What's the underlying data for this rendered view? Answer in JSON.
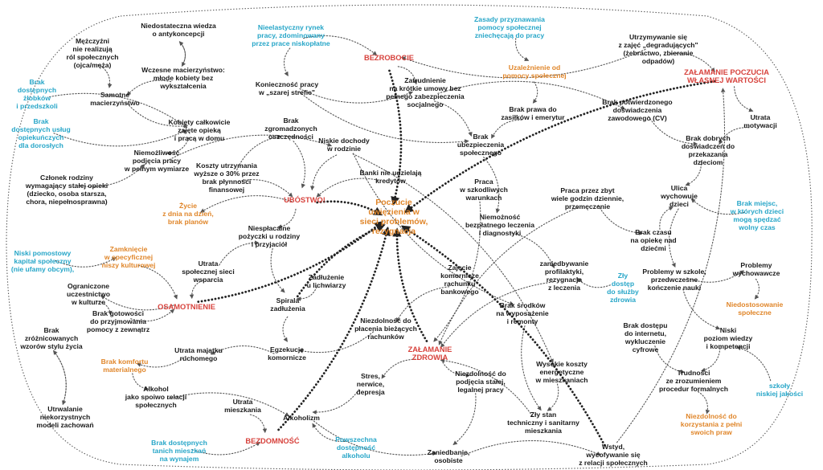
{
  "colors": {
    "black": "#1a1a1a",
    "blue": "#27a6c8",
    "orange": "#e0862a",
    "red": "#d7423c",
    "edge": "#555555",
    "strong_edge": "#222222"
  },
  "nodes": {
    "n01": {
      "text": "Niedostateczna wiedza\no antykoncepcji",
      "color": "black"
    },
    "n02": {
      "text": "Nieelastyczny rynek\npracy, zdominowany\nprzez prace niskopłatne",
      "color": "blue"
    },
    "n03": {
      "text": "Zasady przyznawania\npomocy społecznej\nzniechęcają do pracy",
      "color": "blue"
    },
    "n04": {
      "text": "Utrzymywanie się\nz zajęć „degradujących\"\n(żebractwo, zbieranie\nodpadów)",
      "color": "black"
    },
    "n05": {
      "text": "Mężczyźni\nnie realizują\nról społecznych\n(ojca/męża)",
      "color": "black"
    },
    "n06": {
      "text": "BEZROBOCIE",
      "color": "red"
    },
    "n07": {
      "text": "Uzależnienie od\npomocy społecznej",
      "color": "orange"
    },
    "n08": {
      "text": "ZAŁAMANIE POCZUCIA\nWŁASNEJ WARTOŚCI",
      "color": "red"
    },
    "n09": {
      "text": "Brak\ndostępnych\nżłobków\ni przedszkoli",
      "color": "blue"
    },
    "n10": {
      "text": "Samotne\nmacierzyństwo",
      "color": "black"
    },
    "n11": {
      "text": "Wczesne macierzyństwo:\nmłode kobiety bez\nwykształcenia",
      "color": "black"
    },
    "n12": {
      "text": "Konieczność pracy\nw „szarej strefie\"",
      "color": "black"
    },
    "n13": {
      "text": "Zatrudnienie\nna krótkie umowy bez\npełnego zabezpieczenia\nsocjalnego",
      "color": "black"
    },
    "n14": {
      "text": "Brak prawa do\nzasiłków i emerytur",
      "color": "black"
    },
    "n15": {
      "text": "Brak potwierdzonego\ndoświadczenia\nzawodowego (CV)",
      "color": "black"
    },
    "n16": {
      "text": "Utrata\nmotywacji",
      "color": "black"
    },
    "n17": {
      "text": "Brak\ndostępnych usług\nopiekuńczych\ndla dorosłych",
      "color": "blue"
    },
    "n18": {
      "text": "Kobiety całkowicie\nzajęte opieką\ni pracą w domu",
      "color": "black"
    },
    "n19": {
      "text": "Brak\nzgromadzonych\noszczędności",
      "color": "black"
    },
    "n20": {
      "text": "Niskie dochody\nw rodzinie",
      "color": "black"
    },
    "n21": {
      "text": "Brak\nubezpieczenia\nspołecznego",
      "color": "black"
    },
    "n22": {
      "text": "Brak dobrych\ndoświadczeń do\nprzekazania\ndzieciom",
      "color": "black"
    },
    "n23": {
      "text": "Niemożliwość\npodjęcia pracy\nw pełnym wymiarze",
      "color": "black"
    },
    "n24": {
      "text": "Koszty utrzymania\nwyższe o 30% przez\nbrak płynności\nfinansowej",
      "color": "black"
    },
    "n25": {
      "text": "Banki nie udzielają\nkredytów",
      "color": "black"
    },
    "n26": {
      "text": "Praca\nw szkodliwych\nwarunkach",
      "color": "black"
    },
    "n27": {
      "text": "Członek rodziny\nwymagający stałej opieki\n(dziecko, osoba starsza,\nchora, niepełnosprawna)",
      "color": "black"
    },
    "n28": {
      "text": "UBÓSTWO!",
      "color": "red"
    },
    "n29": {
      "text": "Poczucie\nuwięzienia w\nsieci problemów,\nrezygnacja",
      "color": "center"
    },
    "n30": {
      "text": "Praca przez zbyt\nwiele godzin dziennie,\nprzemęczenie",
      "color": "black"
    },
    "n31": {
      "text": "Ulica\nwychowuje\ndzieci",
      "color": "black"
    },
    "n32": {
      "text": "Brak miejsc,\nw których dzieci\nmogą spędzać\nwolny czas",
      "color": "blue"
    },
    "n33": {
      "text": "Życie\nz dnia na dzień,\nbrak planów",
      "color": "orange"
    },
    "n34": {
      "text": "Niespłacalne\npożyczki u rodziny\ni przyjaciół",
      "color": "black"
    },
    "n35": {
      "text": "Niemożność\nbezpłatnego leczenia\ni diagnostyki",
      "color": "black"
    },
    "n36": {
      "text": "Brak czasu\nna opiekę nad\ndziećmi",
      "color": "black"
    },
    "n37": {
      "text": "Niski pomostowy\nkapitał społeczny\n(nie ufamy obcym),",
      "color": "blue"
    },
    "n38": {
      "text": "Zamknięcie\nw specyficznej\nniszy kulturowej",
      "color": "orange"
    },
    "n39": {
      "text": "Utrata\nspołecznej sieci\nwsparcia",
      "color": "black"
    },
    "n40": {
      "text": "Zadłużenie\nu lichwiarzy",
      "color": "black"
    },
    "n41": {
      "text": "Zajęcie\nkomornicze\nrachunku\nbankowego",
      "color": "black"
    },
    "n42": {
      "text": "zaniedbywanie\nprofilaktyki,\nrezygnacja\nz leczenia",
      "color": "black"
    },
    "n43": {
      "text": "Problemy w szkole,\nprzedwczesne\nkończenie nauki",
      "color": "black"
    },
    "n44": {
      "text": "Problemy\nwychowawcze",
      "color": "black"
    },
    "n45": {
      "text": "Ograniczone\nuczestnictwo\nw kulturze",
      "color": "black"
    },
    "n46": {
      "text": "Spirala\nzadłużenia",
      "color": "black"
    },
    "n47": {
      "text": "Zły\ndostęp\ndo służby\nzdrowia",
      "color": "blue"
    },
    "n48": {
      "text": "Brak gotowości\ndo przyjmowania\npomocy z zewnątrz",
      "color": "black"
    },
    "n49": {
      "text": "OSAMOTNIENIE",
      "color": "red"
    },
    "n50": {
      "text": "Niezdolność do\npłacenia bieżących\nrachunków",
      "color": "black"
    },
    "n51": {
      "text": "Brak środków\nna wyposażenie\ni remonty",
      "color": "black"
    },
    "n52": {
      "text": "Niedostosowanie\nspołeczne",
      "color": "orange"
    },
    "n53": {
      "text": "Brak\nzróżnicowanych\nwzorów stylu życia",
      "color": "black"
    },
    "n54": {
      "text": "Utrata majątku\nruchomego",
      "color": "black"
    },
    "n55": {
      "text": "ZAŁAMANIE\nZDROWIA",
      "color": "red"
    },
    "n56": {
      "text": "Brak dostępu\ndo internetu,\nwykluczenie\ncyfrowe",
      "color": "black"
    },
    "n57": {
      "text": "Niski\npoziom wiedzy\ni kompetencji",
      "color": "black"
    },
    "n58": {
      "text": "Brak komfortu\nmaterialnego",
      "color": "orange"
    },
    "n59": {
      "text": "Egzekucje\nkomornicze",
      "color": "black"
    },
    "n60": {
      "text": "Wysokie koszty\nenergetyczne\nw mieszkaniach",
      "color": "black"
    },
    "n61": {
      "text": "Stres,\nnerwice,\ndepresja",
      "color": "black"
    },
    "n62": {
      "text": "Niezdolność do\npodjęcia stałej,\nlegalnej pracy",
      "color": "black"
    },
    "n63": {
      "text": "Trudności\nze zrozumieniem\nprocedur formalnych",
      "color": "black"
    },
    "n64": {
      "text": "szkoły\nniskiej jakości",
      "color": "blue"
    },
    "n65": {
      "text": "Alkohol\njako spoiwo relacji\nspołecznych",
      "color": "black"
    },
    "n66": {
      "text": "Utrwalanie\nniekorzystnych\nmodeli zachowań",
      "color": "black"
    },
    "n67": {
      "text": "Utrata\nmieszkania",
      "color": "black"
    },
    "n68": {
      "text": "Alkoholizm",
      "color": "black"
    },
    "n69": {
      "text": "Zły stan\ntechniczny i sanitarny\nmieszkania",
      "color": "black"
    },
    "n70": {
      "text": "Niezdolność do\nkorzystania z pełni\nswoich praw",
      "color": "orange"
    },
    "n71": {
      "text": "BEZDOMNOŚĆ",
      "color": "red"
    },
    "n72": {
      "text": "Brak dostępnych\ntanich mieszkań\nna wynajem",
      "color": "blue"
    },
    "n73": {
      "text": "Powszechna\ndostępność\nalkoholu",
      "color": "blue"
    },
    "n74": {
      "text": "Zaniedbanie,\nosobiste",
      "color": "black"
    },
    "n75": {
      "text": "Wstyd,\nwycofywanie się\nz relacji społecznych",
      "color": "black"
    }
  }
}
